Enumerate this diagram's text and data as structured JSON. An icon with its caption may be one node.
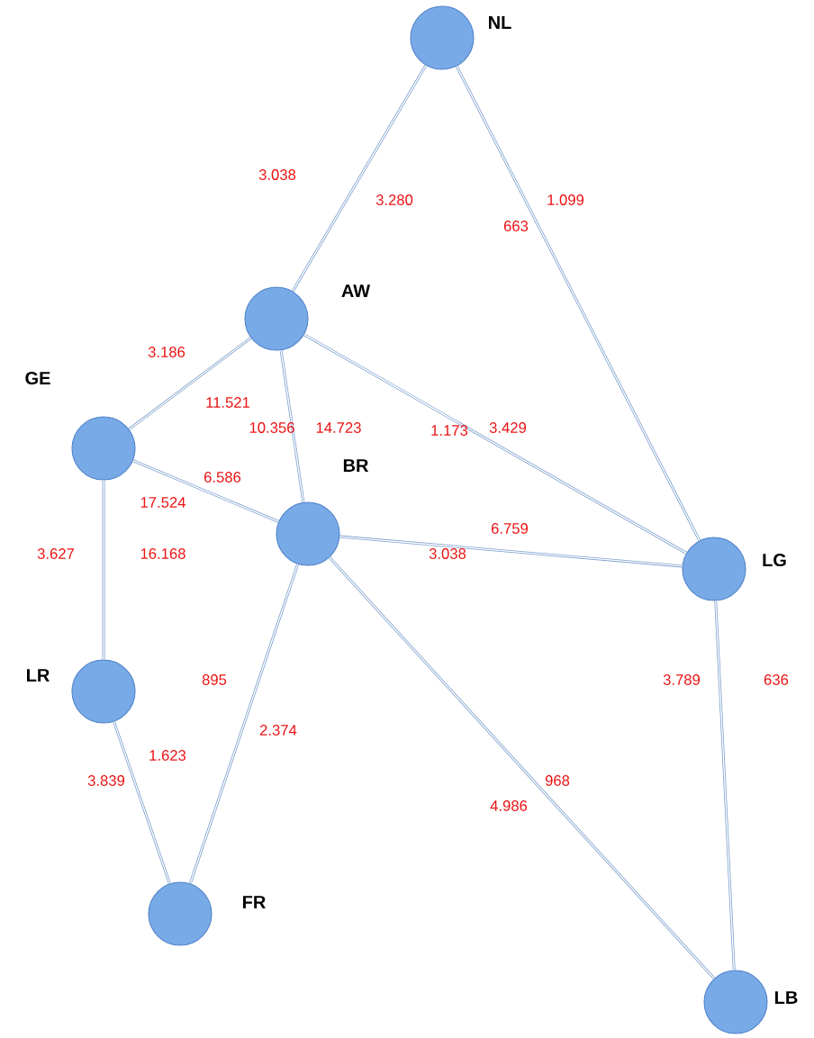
{
  "diagram": {
    "nodes": [
      {
        "text": [
          "NL"
        ]
      },
      {
        "text": [
          "AW"
        ]
      },
      {
        "text": [
          "GE"
        ]
      },
      {
        "text": [
          "BR"
        ]
      },
      {
        "text": [
          "LG"
        ]
      },
      {
        "text": [
          "LR"
        ]
      },
      {
        "text": [
          "FR"
        ]
      },
      {
        "text": [
          "LB"
        ]
      }
    ],
    "edges": [
      {
        "from": 1,
        "to": 0,
        "arrow": "none"
      },
      {
        "from": 0,
        "to": 4,
        "arrow": "none"
      },
      {
        "from": 1,
        "to": 2,
        "arrow": "none"
      },
      {
        "from": 1,
        "to": 3,
        "arrow": "none"
      },
      {
        "from": 1,
        "to": 4,
        "arrow": "none"
      },
      {
        "from": 2,
        "to": 3,
        "arrow": "none"
      },
      {
        "from": 3,
        "to": 4,
        "arrow": "none"
      },
      {
        "from": 2,
        "to": 5,
        "arrow": "none"
      },
      {
        "from": 5,
        "to": 6,
        "arrow": "none"
      },
      {
        "from": 3,
        "to": 6,
        "arrow": "none"
      },
      {
        "from": 3,
        "to": 7,
        "arrow": "none"
      },
      {
        "from": 4,
        "to": 7,
        "arrow": "none"
      }
    ],
    "labels": [
      "3.038",
      "3.280",
      "1.099",
      "663",
      "3.186",
      "11.521",
      "10.356",
      "14.723",
      "3.429",
      "1.173",
      "6.586",
      "17.524",
      "6.759",
      "3.627",
      "16.168",
      "3.038",
      "3.789",
      "636",
      "895",
      "2.374",
      "1.623",
      "968",
      "3.839",
      "4.986"
    ]
  }
}
